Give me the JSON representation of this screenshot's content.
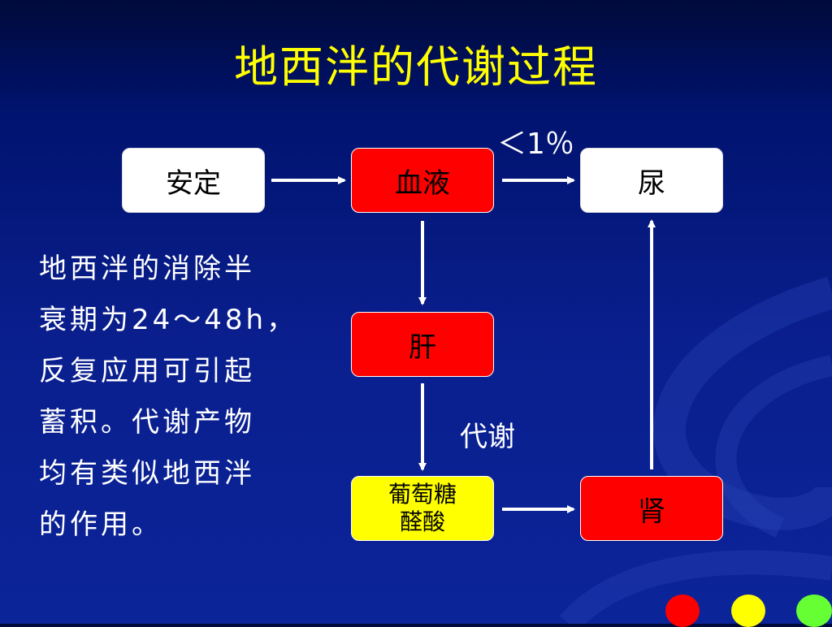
{
  "title": "地西泮的代谢过程",
  "nodes": {
    "stable": "安定",
    "blood": "血液",
    "urine": "尿",
    "liver": "肝",
    "glucuronide": [
      "葡萄糖",
      "醛酸"
    ],
    "kidney": "肾"
  },
  "edge_labels": {
    "blood_to_urine": "＜1％",
    "liver_to_glucuronide": "代谢"
  },
  "note_lines": [
    "地西泮的消除半",
    "衰期为24～48h，",
    "反复应用可引起",
    "蓄积。代谢产物",
    "均有类似地西泮",
    "的作用。"
  ],
  "colors": {
    "background": "#0b2499",
    "title": "#ffff00",
    "box_red": "#ff0000",
    "box_white": "#ffffff",
    "box_yellow": "#ffff00",
    "dot_red": "#ff0000",
    "dot_yellow": "#ffff00",
    "dot_green": "#66ff33"
  }
}
